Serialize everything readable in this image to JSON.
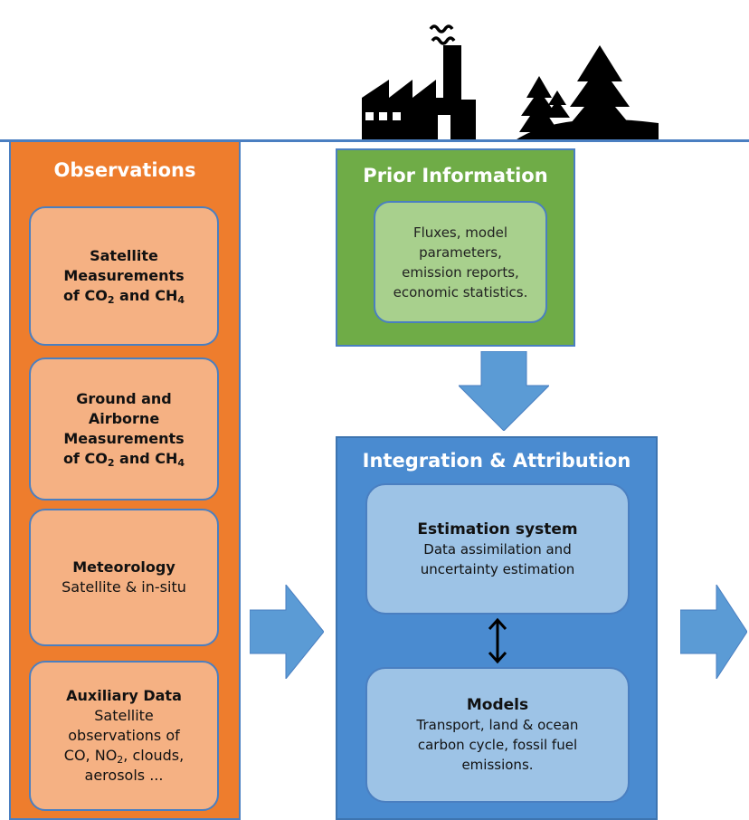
{
  "observations": {
    "title": "Observations",
    "boxes": [
      {
        "lines": [
          "Satellite",
          "Measurements"
        ],
        "chem_line": [
          "of CO",
          "2",
          " and CH",
          "4"
        ]
      },
      {
        "lines": [
          "Ground and",
          "Airborne",
          "Measurements"
        ],
        "chem_line": [
          "of CO",
          "2",
          " and CH",
          "4"
        ]
      },
      {
        "title": "Meteorology",
        "subtitle": "Satellite & in-situ"
      },
      {
        "title": "Auxiliary Data",
        "line1": "Satellite",
        "line2": "observations of",
        "chem_line": [
          "CO, NO",
          "2",
          ", clouds,"
        ],
        "line4": "aerosols ..."
      }
    ]
  },
  "prior": {
    "title": "Prior Information",
    "text": [
      "Fluxes, model parameters,",
      "emission reports,",
      "economic statistics."
    ]
  },
  "integration": {
    "title": "Integration & Attribution",
    "estimation": {
      "title": "Estimation system",
      "text": [
        "Data assimilation and",
        "uncertainty estimation"
      ]
    },
    "models": {
      "title": "Models",
      "text": [
        "Transport, land & ocean",
        "carbon cycle, fossil fuel",
        "emissions."
      ]
    }
  },
  "colors": {
    "observations": "#ee7d2d",
    "observation_box": "#f5b183",
    "prior": "#6fac47",
    "prior_box": "#a8d08d",
    "integration": "#4a8bd0",
    "integration_box": "#9dc3e6",
    "arrow": "#5b9bd5"
  },
  "icons": [
    "factory-icon",
    "trees-icon",
    "down-arrow",
    "right-arrow",
    "double-arrow"
  ]
}
